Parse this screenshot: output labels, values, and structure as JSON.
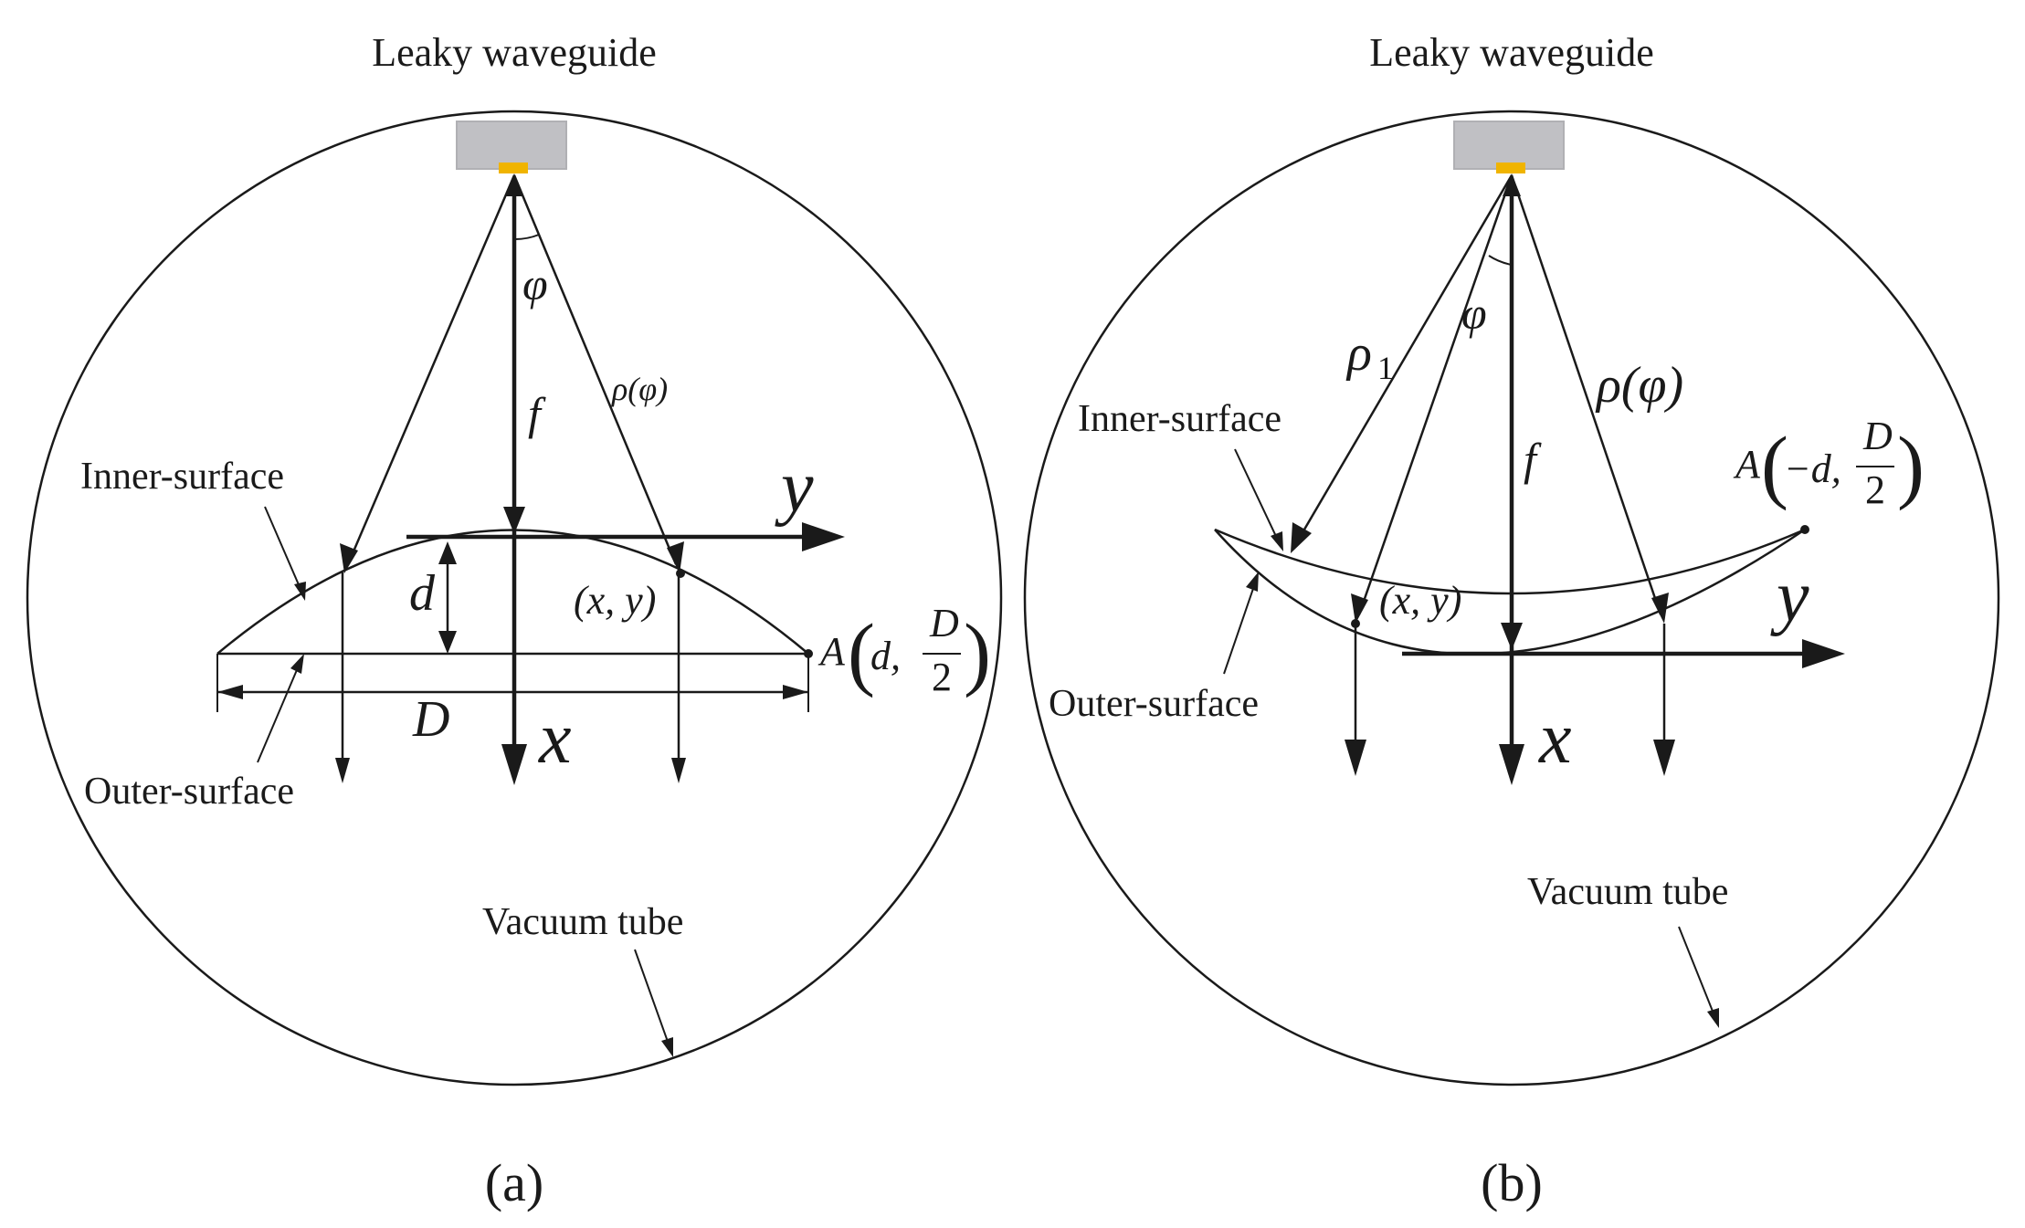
{
  "panel_a": {
    "title": "Leaky waveguide",
    "inner_surface": "Inner-surface",
    "outer_surface": "Outer-surface",
    "vacuum_tube": "Vacuum tube",
    "caption": "(a)",
    "phi": "φ",
    "f": "f",
    "rho_phi": "ρ(φ)",
    "y_axis": "y",
    "x_axis": "x",
    "d": "d",
    "point_xy": "(x, y)",
    "D": "D",
    "point_A": "A",
    "point_A_first": "d,",
    "point_A_num": "D",
    "point_A_den": "2"
  },
  "panel_b": {
    "title": "Leaky waveguide",
    "inner_surface": "Inner-surface",
    "outer_surface": "Outer-surface",
    "vacuum_tube": "Vacuum tube",
    "caption": "(b)",
    "phi": "φ",
    "rho_1": "ρ",
    "rho_1_sub": "1",
    "f": "f",
    "rho_phi": "ρ(φ)",
    "y_axis": "y",
    "x_axis": "x",
    "point_xy": "(x, y)",
    "point_A": "A",
    "point_A_first": "−d,",
    "point_A_num": "D",
    "point_A_den": "2"
  },
  "colors": {
    "waveguide_body": "#c0c0c4",
    "waveguide_slot": "#f0b400",
    "line": "#1a1a1a"
  }
}
